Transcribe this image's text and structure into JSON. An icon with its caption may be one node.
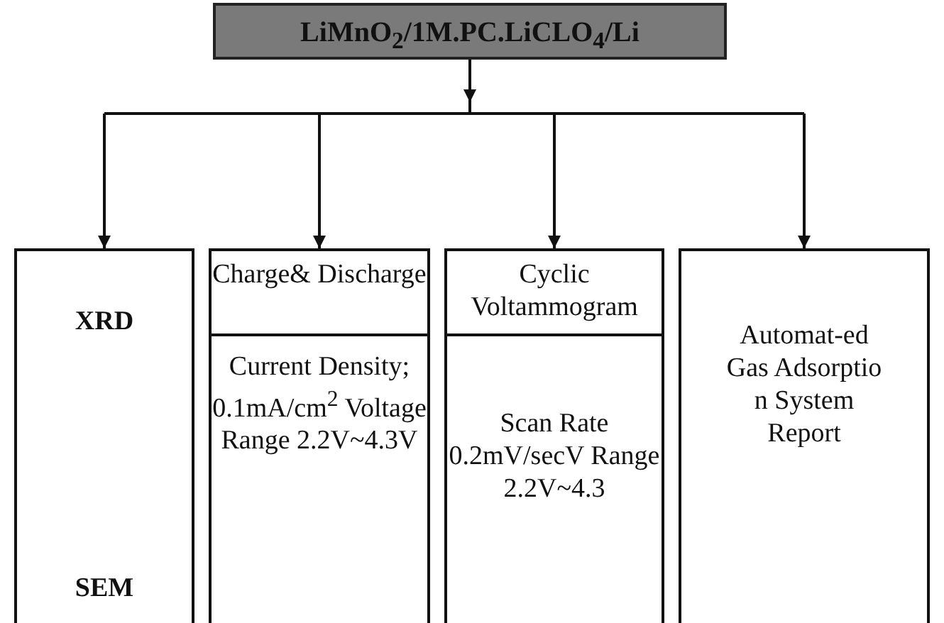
{
  "diagram": {
    "nodes": [
      {
        "text": [
          "LiMnO$_{2}$/1M.PC.LiCLO$_{4}$/Li"
        ]
      },
      {
        "text": [
          "XRD",
          "SEM"
        ]
      },
      {
        "text": [
          "Charge& Discharge",
          "Current Density; 0.1mA/cm$^{2}$ Voltage Range 2.2V~4.3V"
        ]
      },
      {
        "text": [
          "Cyclic Voltammogram",
          "Scan Rate 0.2mV/secV Range 2.2V~4.3"
        ]
      },
      {
        "text": [
          "Automat-ed Gas Adsorptio n System Report"
        ]
      }
    ],
    "edges": [
      {
        "from": 0,
        "to": 1,
        "arrow": "to"
      },
      {
        "from": 0,
        "to": 2,
        "arrow": "to"
      },
      {
        "from": 0,
        "to": 3,
        "arrow": "to"
      },
      {
        "from": 0,
        "to": 4,
        "arrow": "to"
      }
    ]
  }
}
